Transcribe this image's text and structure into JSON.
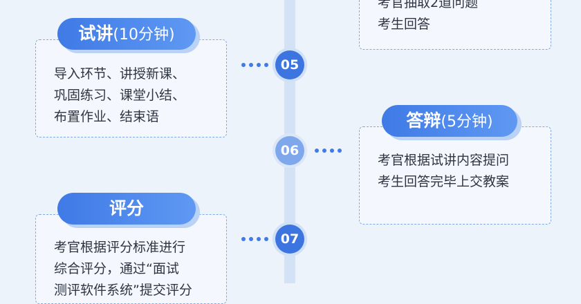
{
  "steps": [
    {
      "number": "05",
      "title": "试讲",
      "subtitle": "(10分钟)",
      "lines": [
        "导入环节、讲授新课、",
        "巩固练习、课堂小结、",
        "布置作业、结束语"
      ]
    },
    {
      "number": "06",
      "title": "答辩",
      "subtitle": "(5分钟)",
      "lines": [
        "考官根据试讲内容提问",
        "考生回答完毕上交教案"
      ]
    },
    {
      "number": "07",
      "title": "评分",
      "subtitle": "",
      "lines": [
        "考官根据评分标准进行",
        "综合评分，通过“面试",
        "测评软件系统”提交评分"
      ]
    }
  ],
  "previous_card": {
    "lines": [
      "考官抽取2道问题",
      "考生回答"
    ]
  }
}
